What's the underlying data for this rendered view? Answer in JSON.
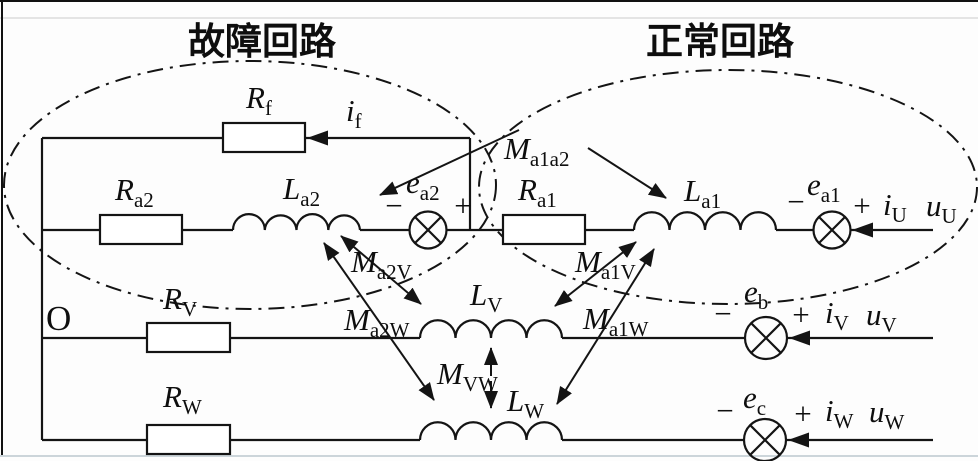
{
  "titles": {
    "fault_loop": "故障回路",
    "normal_loop": "正常回路"
  },
  "node_o": "O",
  "polarity": {
    "minus": "−",
    "plus": "+"
  },
  "labels": {
    "r_f": {
      "base": "R",
      "sub": "f"
    },
    "i_f": {
      "base": "i",
      "sub": "f"
    },
    "r_a2": {
      "base": "R",
      "sub": "a2"
    },
    "l_a2": {
      "base": "L",
      "sub": "a2"
    },
    "e_a2": {
      "base": "e",
      "sub": "a2"
    },
    "m_a1a2": {
      "base": "M",
      "sub": "a1a2"
    },
    "r_a1": {
      "base": "R",
      "sub": "a1"
    },
    "l_a1": {
      "base": "L",
      "sub": "a1"
    },
    "e_a1": {
      "base": "e",
      "sub": "a1"
    },
    "i_u": {
      "base": "i",
      "sub": "U"
    },
    "u_u": {
      "base": "u",
      "sub": "U"
    },
    "m_a2v": {
      "base": "M",
      "sub": "a2V"
    },
    "m_a1v": {
      "base": "M",
      "sub": "a1V"
    },
    "m_a2w": {
      "base": "M",
      "sub": "a2W"
    },
    "m_a1w": {
      "base": "M",
      "sub": "a1W"
    },
    "m_vw": {
      "base": "M",
      "sub": "VW"
    },
    "r_v": {
      "base": "R",
      "sub": "V"
    },
    "l_v": {
      "base": "L",
      "sub": "V"
    },
    "e_b": {
      "base": "e",
      "sub": "b"
    },
    "i_v": {
      "base": "i",
      "sub": "V"
    },
    "u_v": {
      "base": "u",
      "sub": "V"
    },
    "r_w": {
      "base": "R",
      "sub": "W"
    },
    "l_w": {
      "base": "L",
      "sub": "W"
    },
    "e_c": {
      "base": "e",
      "sub": "c"
    },
    "i_w": {
      "base": "i",
      "sub": "W"
    },
    "u_w": {
      "base": "u",
      "sub": "W"
    }
  },
  "colors": {
    "line": "#141414",
    "background": "#fdfdfd"
  }
}
